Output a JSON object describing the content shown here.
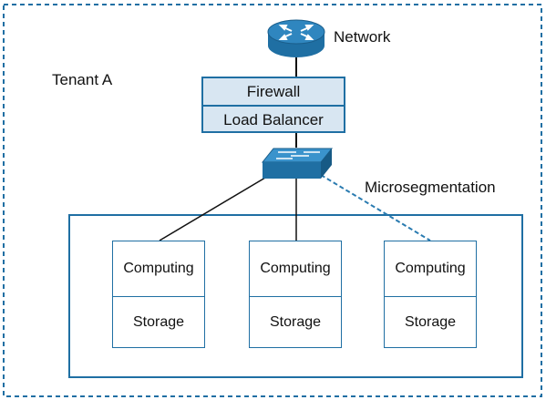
{
  "tenant": {
    "label": "Tenant A"
  },
  "network": {
    "label": "Network",
    "icon": "router-icon"
  },
  "security_stack": {
    "firewall_label": "Firewall",
    "load_balancer_label": "Load Balancer"
  },
  "switch": {
    "icon": "switch-icon"
  },
  "microsegmentation": {
    "label": "Microsegmentation"
  },
  "nodes": [
    {
      "compute_label": "Computing",
      "storage_label": "Storage"
    },
    {
      "compute_label": "Computing",
      "storage_label": "Storage"
    },
    {
      "compute_label": "Computing",
      "storage_label": "Storage"
    }
  ],
  "colors": {
    "border": "#1f6fa3",
    "fill": "#d8e6f2",
    "device": "#1f6fa3",
    "dashed": "#2a7bb0"
  }
}
